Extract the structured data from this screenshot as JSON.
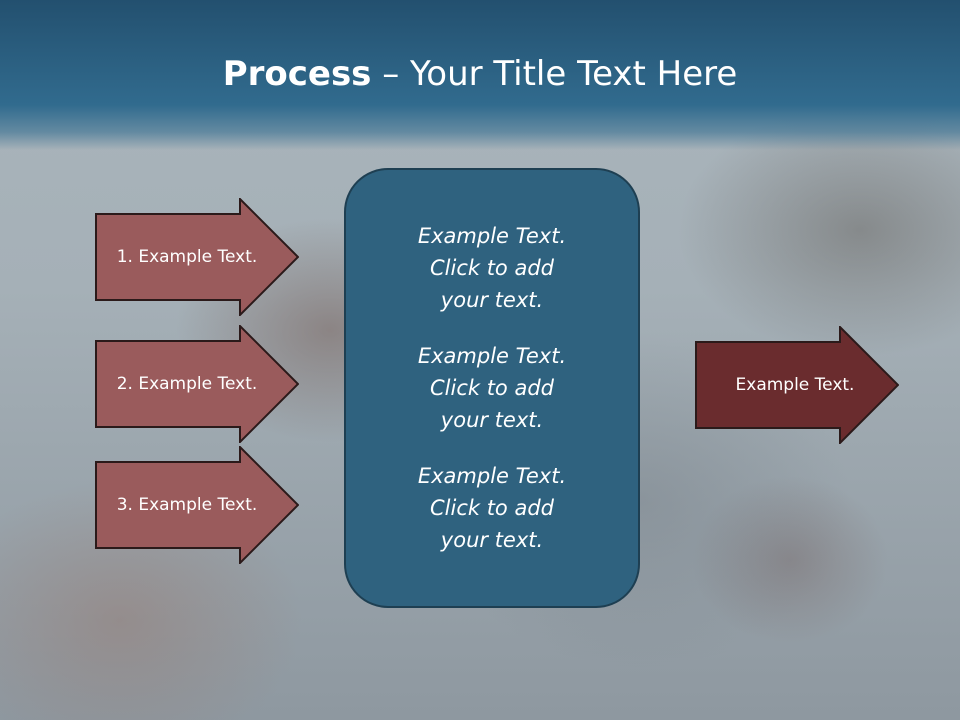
{
  "slide": {
    "title_bold": "Process",
    "title_rest": " – Your Title Text Here"
  },
  "left_arrows": [
    {
      "label": "1. Example Text."
    },
    {
      "label": "2. Example Text."
    },
    {
      "label": "3. Example Text."
    }
  ],
  "center_box": {
    "items": [
      "Example Text.\nClick  to add\nyour text.",
      "Example Text.\nClick  to add\nyour text.",
      "Example Text.\nClick  to add\nyour text."
    ]
  },
  "right_arrow": {
    "label": "Example Text."
  },
  "colors": {
    "header": "#2c5f80",
    "left_arrow_fill": "#9a5b5c",
    "right_arrow_fill": "#6a2c2e",
    "center_box_fill": "#2f627f"
  }
}
